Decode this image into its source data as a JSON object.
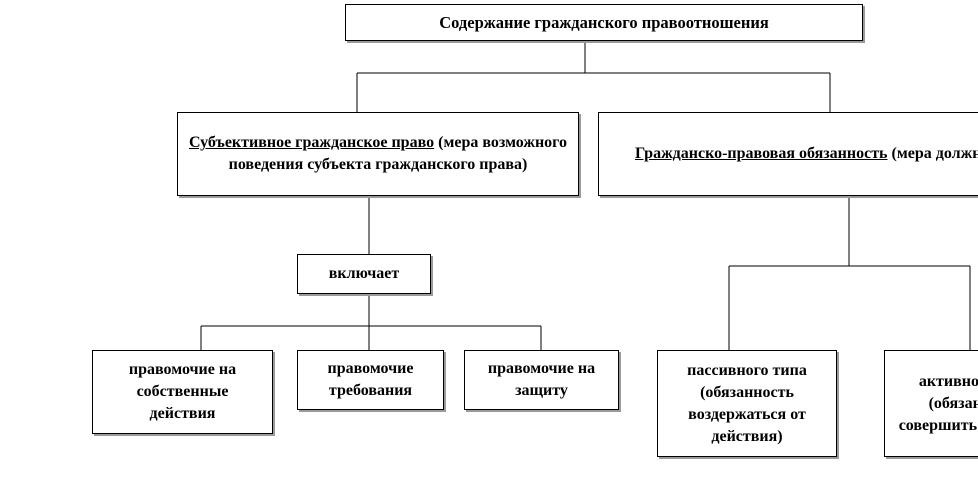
{
  "root": {
    "label": "Содержание гражданского правоотношения"
  },
  "left": {
    "title": "Субъективное гражданское право",
    "rest": " (мера возможного поведения субъекта гражданского права)"
  },
  "right": {
    "title": "Гражданско-правовая обязанность",
    "rest": " (мера должного поведения субъекта гражданского права)"
  },
  "includes": {
    "label": "включает"
  },
  "left_children": [
    {
      "label": "правомочие на собственные действия"
    },
    {
      "label": "правомочие требования"
    },
    {
      "label": "правомочие на защиту"
    }
  ],
  "right_children": [
    {
      "label": "пассивного типа (обязанность воздержаться от действия)"
    },
    {
      "label": "активного типа (обязанность совершить действия)"
    }
  ]
}
